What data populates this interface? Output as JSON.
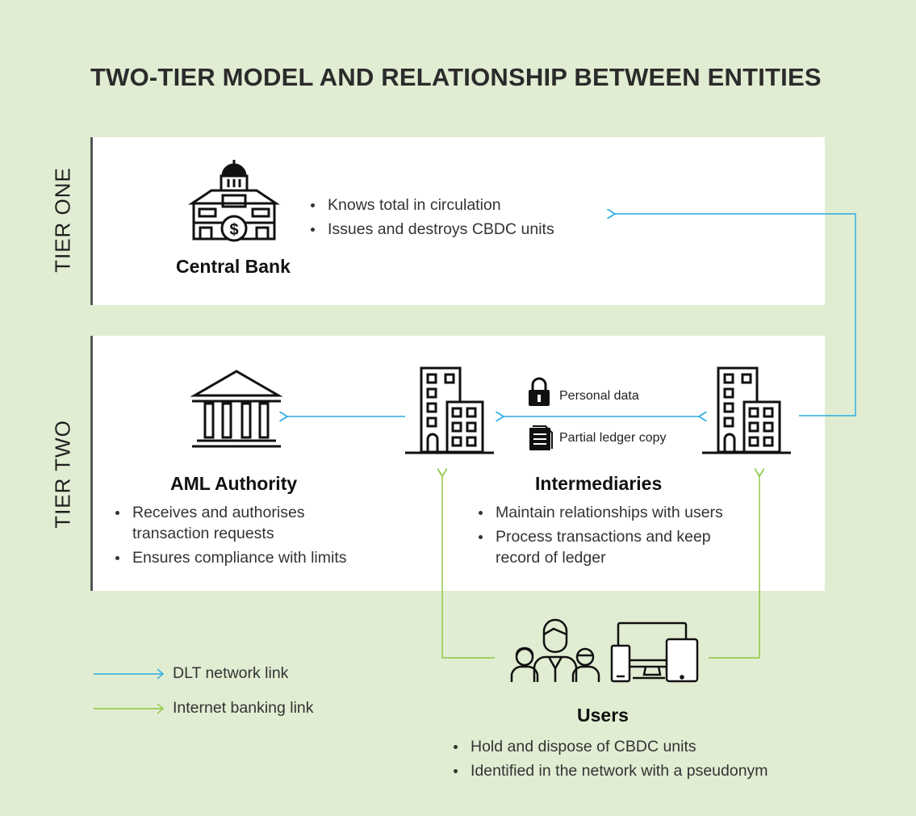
{
  "title": "TWO-TIER MODEL AND RELATIONSHIP BETWEEN ENTITIES",
  "tiers": {
    "one": "TIER ONE",
    "two": "TIER TWO"
  },
  "central_bank": {
    "name": "Central Bank",
    "bullets": [
      "Knows total in circulation",
      "Issues and destroys CBDC units"
    ]
  },
  "aml": {
    "name": "AML Authority",
    "bullets": [
      "Receives and authorises transaction requests",
      "Ensures compliance with limits"
    ]
  },
  "intermediaries": {
    "name": "Intermediaries",
    "bullets": [
      "Maintain relationships with users",
      "Process transactions and keep record of ledger"
    ],
    "exchange": {
      "personal_data": "Personal data",
      "ledger_copy": "Partial ledger copy"
    }
  },
  "users": {
    "name": "Users",
    "bullets": [
      "Hold and dispose of CBDC units",
      "Identified in the network with a pseudonym"
    ]
  },
  "legend": {
    "dlt": "DLT network link",
    "internet": "Internet banking link"
  },
  "colors": {
    "background": "#e1edd2",
    "dlt_link": "#29abe2",
    "internet_link": "#8cc63f",
    "icon": "#111111"
  },
  "icons": [
    "central-bank-icon",
    "aml-authority-icon",
    "intermediary-building-icon",
    "padlock-icon",
    "document-icon",
    "users-group-icon",
    "devices-icon"
  ]
}
